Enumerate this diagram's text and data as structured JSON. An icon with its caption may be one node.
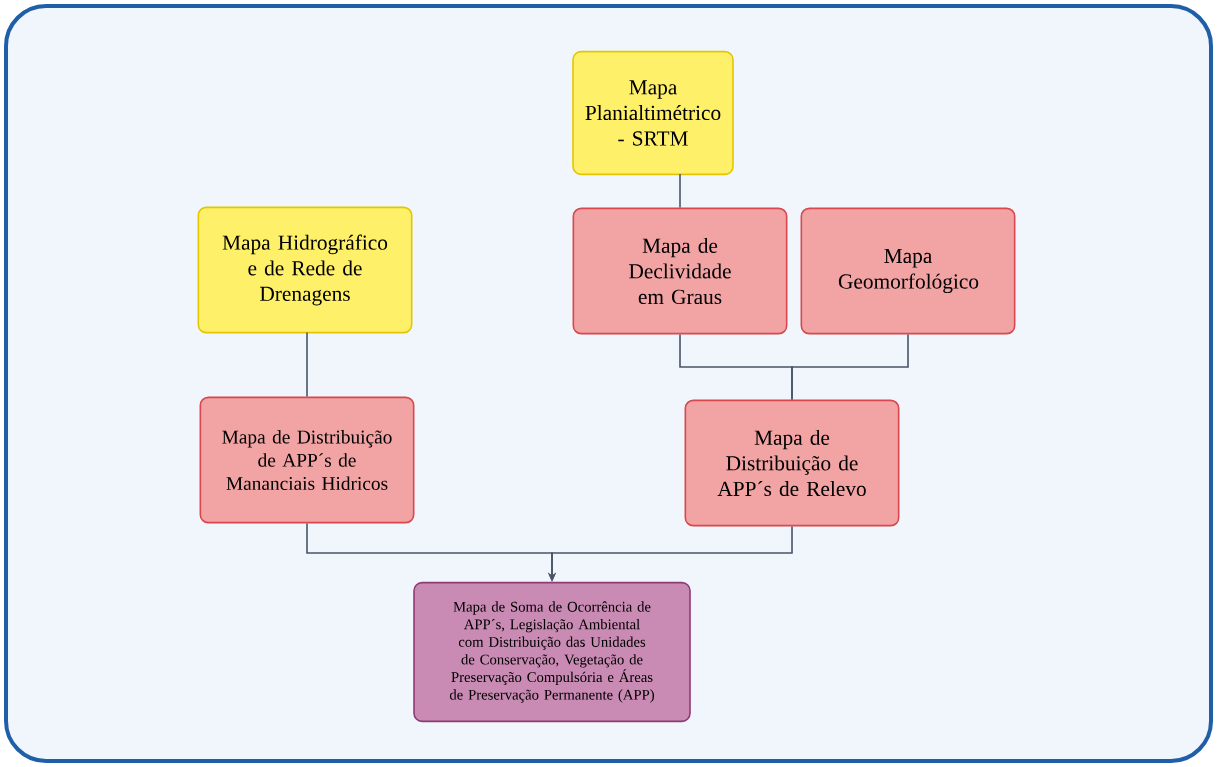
{
  "diagram": {
    "nodes": [
      {
        "text": [
          "Mapa Planialtimétrico - SRTM"
        ]
      },
      {
        "text": [
          "Mapa Hidrográfico e de Rede de Drenagens"
        ]
      },
      {
        "text": [
          "Mapa de Declividade em Graus"
        ]
      },
      {
        "text": [
          "Mapa Geomorfológico"
        ]
      },
      {
        "text": [
          "Mapa de Distribuição de APP´s de Mananciais Hidricos"
        ]
      },
      {
        "text": [
          "Mapa de Distribuição de APP´s de Relevo"
        ]
      },
      {
        "text": [
          "Mapa de Soma de Ocorrência de APP´s, Legislação Ambiental com Distribuição das Unidades de Conservação, Vegetação de Preservação Compulsória e Áreas de Preservação Permanente (APP)"
        ]
      }
    ],
    "edges": [
      {
        "from": 0,
        "to": 2,
        "arrow": "none"
      },
      {
        "from": 1,
        "to": 4,
        "arrow": "none"
      },
      {
        "from": 2,
        "to": 5,
        "arrow": "none"
      },
      {
        "from": 3,
        "to": 5,
        "arrow": "none"
      },
      {
        "from": 4,
        "to": 6,
        "arrow": "to"
      },
      {
        "from": 5,
        "to": 6,
        "arrow": "to"
      }
    ]
  }
}
